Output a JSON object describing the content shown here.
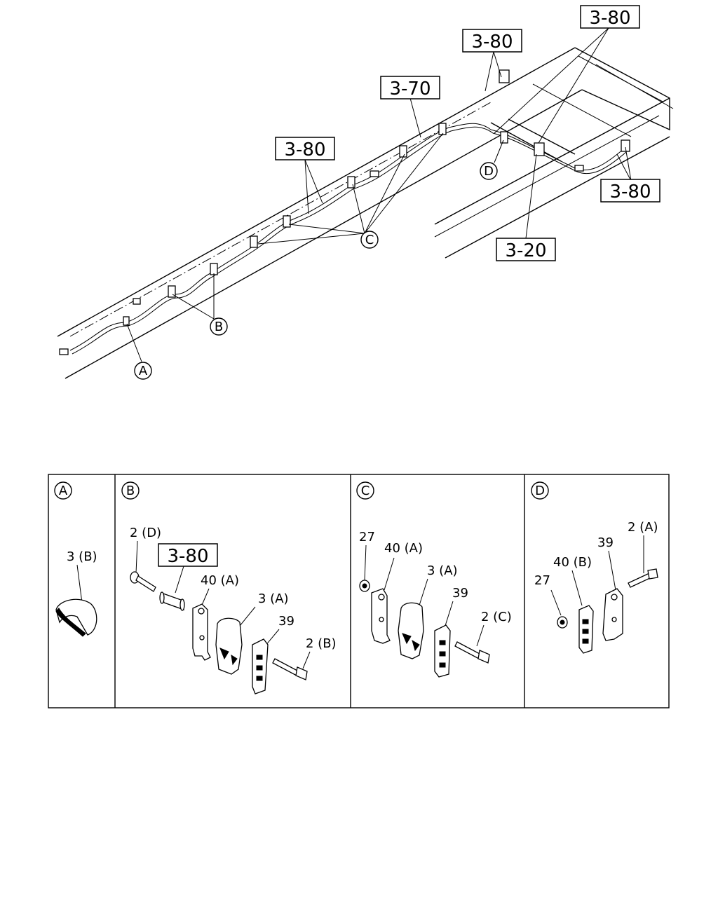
{
  "overview": {
    "ref_labels": {
      "r1": "3-80",
      "r2": "3-80",
      "r3": "3-70",
      "r4": "3-80",
      "r5": "3-80",
      "r6": "3-20"
    },
    "detail_markers": {
      "a": "A",
      "b": "B",
      "c": "C",
      "d": "D"
    }
  },
  "details": {
    "a": {
      "marker": "A",
      "labels": {
        "p1": "3 (B)"
      }
    },
    "b": {
      "marker": "B",
      "ref": "3-80",
      "labels": {
        "p1": "2 (D)",
        "p2": "40 (A)",
        "p3": "3 (A)",
        "p4": "39",
        "p5": "2 (B)"
      }
    },
    "c": {
      "marker": "C",
      "labels": {
        "p1": "27",
        "p2": "40 (A)",
        "p3": "3 (A)",
        "p4": "39",
        "p5": "2 (C)"
      }
    },
    "d": {
      "marker": "D",
      "labels": {
        "p1": "2 (A)",
        "p2": "39",
        "p3": "40 (B)",
        "p4": "27"
      }
    }
  }
}
